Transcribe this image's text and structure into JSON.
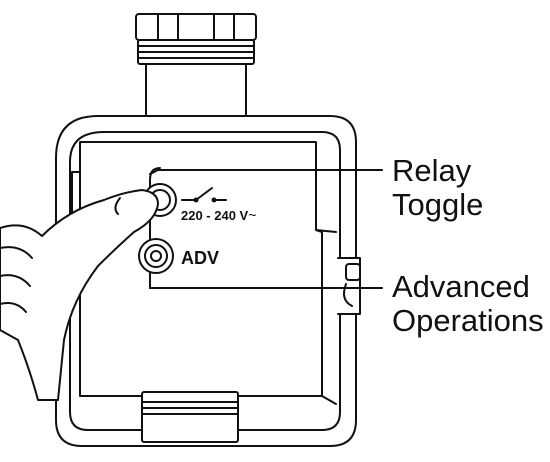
{
  "device": {
    "voltage_label": "220 - 240 V",
    "ac_symbol": "~",
    "adv_button_label": "ADV"
  },
  "callouts": {
    "relay": {
      "line1": "Relay",
      "line2": "Toggle"
    },
    "advanced": {
      "line1": "Advanced",
      "line2": "Operations"
    }
  },
  "colors": {
    "stroke": "#111111",
    "fill": "#ffffff"
  }
}
